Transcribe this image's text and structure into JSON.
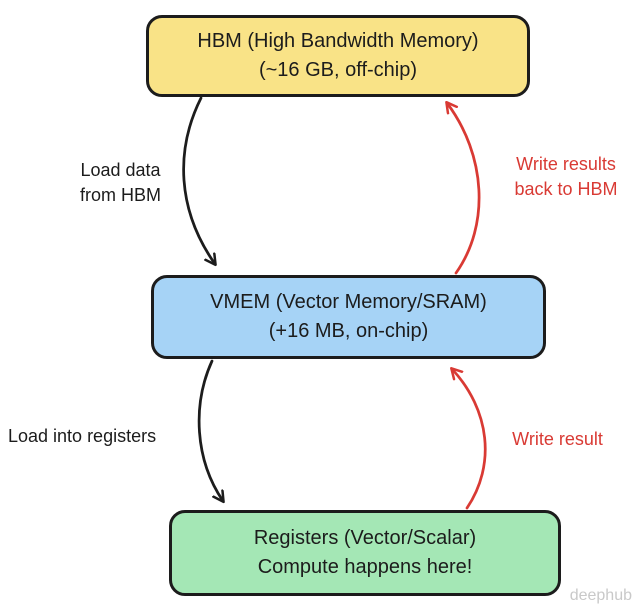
{
  "diagram": {
    "nodes": {
      "hbm": {
        "line1": "HBM (High Bandwidth Memory)",
        "line2": "(~16 GB, off-chip)",
        "fill": "#f9e387"
      },
      "vmem": {
        "line1": "VMEM (Vector Memory/SRAM)",
        "line2": "(+16 MB, on-chip)",
        "fill": "#a6d3f6"
      },
      "registers": {
        "line1": "Registers (Vector/Scalar)",
        "line2": "Compute happens here!",
        "fill": "#a4e7b5"
      }
    },
    "edges": {
      "load_hbm": {
        "label": "Load data\nfrom HBM",
        "color": "#1c1c1c",
        "from": "HBM",
        "to": "VMEM"
      },
      "write_hbm": {
        "label": "Write results\nback to HBM",
        "color": "#d93a34",
        "from": "VMEM",
        "to": "HBM"
      },
      "load_registers": {
        "label": "Load into registers",
        "color": "#1c1c1c",
        "from": "VMEM",
        "to": "Registers"
      },
      "write_result": {
        "label": "Write result",
        "color": "#d93a34",
        "from": "Registers",
        "to": "VMEM"
      }
    },
    "border_color": "#1c1c1c"
  },
  "watermark": "deephub"
}
